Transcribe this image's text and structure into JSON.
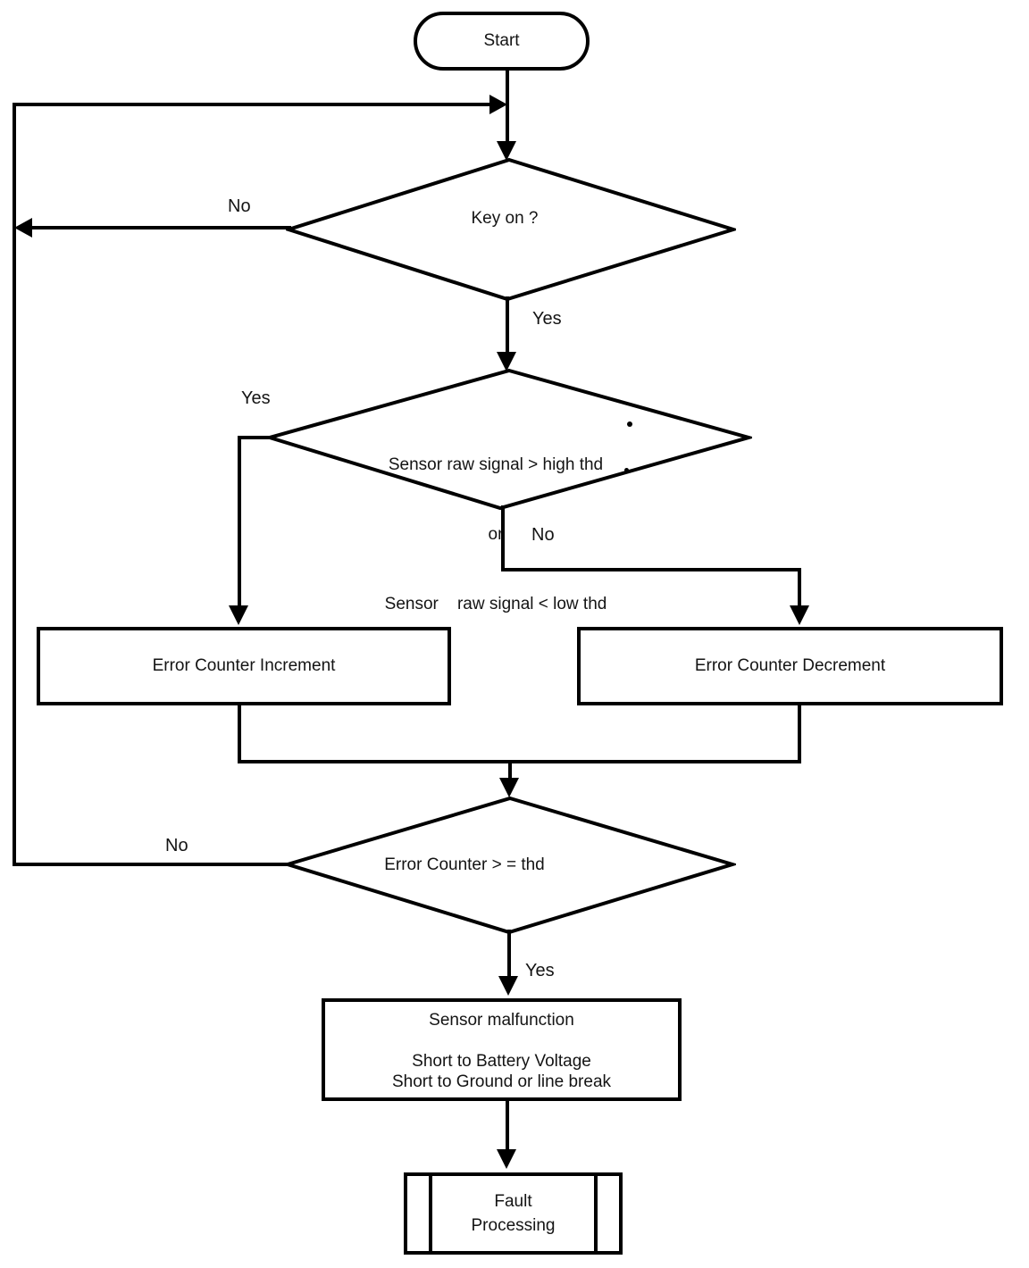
{
  "diagram": {
    "nodes": {
      "start": {
        "shape": "terminator",
        "label": "Start"
      },
      "key_on": {
        "shape": "decision",
        "label": "Key on ?"
      },
      "sensor_signal": {
        "shape": "decision",
        "line1": "Sensor raw signal > high thd",
        "line2": "or",
        "line3": "Sensor    raw signal < low thd"
      },
      "error_counter_increment": {
        "shape": "process",
        "label": "Error Counter Increment"
      },
      "error_counter_decrement": {
        "shape": "process",
        "label": "Error Counter Decrement"
      },
      "error_counter_threshold": {
        "shape": "decision",
        "label": "Error Counter > = thd"
      },
      "sensor_malfunction": {
        "shape": "process",
        "line1": "Sensor malfunction",
        "line2": "Short to Battery Voltage",
        "line3": "Short to Ground or  line break"
      },
      "fault_processing": {
        "shape": "predefined-process",
        "line1": "Fault",
        "line2": "Processing"
      }
    },
    "edge_labels": {
      "key_on_no": "No",
      "key_on_yes": "Yes",
      "sensor_yes": "Yes",
      "sensor_no": "No",
      "threshold_no": "No",
      "threshold_yes": "Yes"
    },
    "colors": {
      "stroke": "#000000",
      "background": "#ffffff",
      "text": "#141414"
    }
  }
}
